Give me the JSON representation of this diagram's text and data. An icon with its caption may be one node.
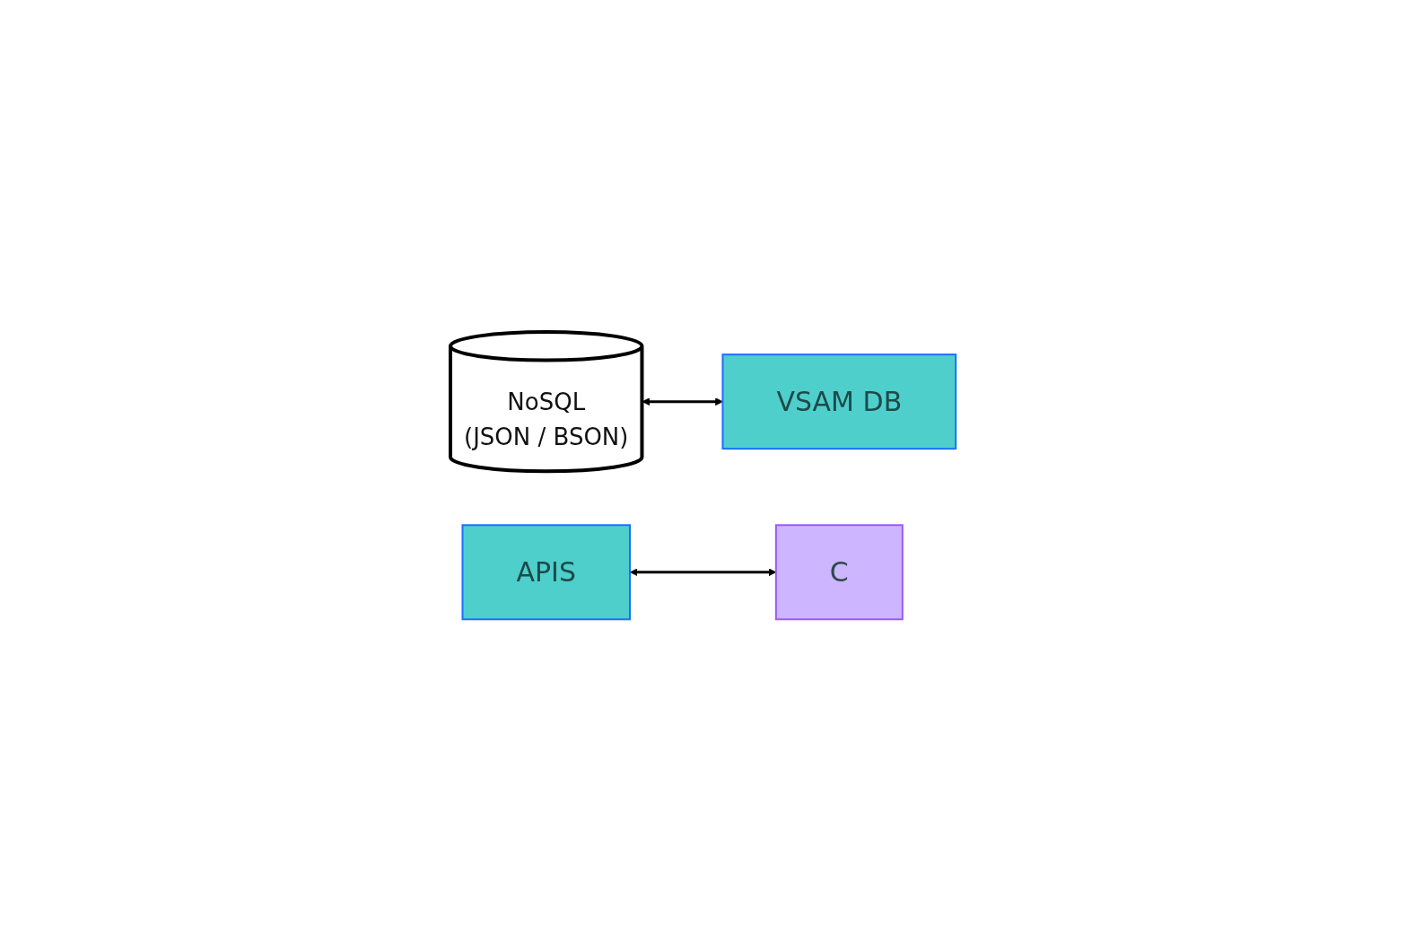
{
  "diagram": {
    "nodes": [
      {
        "text": [
          "NoSQL",
          "(JSON / BSON)"
        ]
      },
      {
        "text": [
          "VSAM DB"
        ]
      },
      {
        "text": [
          "APIS"
        ]
      },
      {
        "text": [
          "C"
        ]
      }
    ],
    "edges": [
      {
        "from": 0,
        "to": 1,
        "arrow": "both"
      },
      {
        "from": 2,
        "to": 3,
        "arrow": "both"
      }
    ]
  }
}
